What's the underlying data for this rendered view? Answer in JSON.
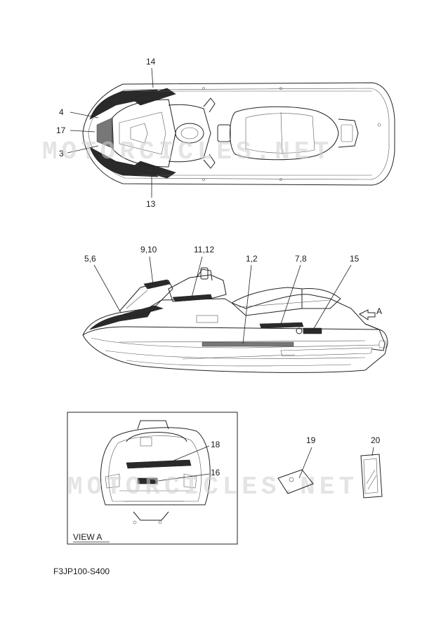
{
  "callouts": {
    "c14": "14",
    "c4": "4",
    "c17": "17",
    "c3": "3",
    "c13": "13",
    "c9_10": "9,10",
    "c11_12": "11,12",
    "c5_6": "5,6",
    "c1_2": "1,2",
    "c7_8": "7,8",
    "c15": "15",
    "cA": "A",
    "c18": "18",
    "c16": "16",
    "c19": "19",
    "c20": "20"
  },
  "view_title": "VIEW A",
  "diagram_code": "F3JP100-S400",
  "watermark": "MOTORCICLES.NET",
  "colors": {
    "line": "#222222",
    "decal": "#2a2a2a",
    "watermark": "#cfcfcf"
  }
}
